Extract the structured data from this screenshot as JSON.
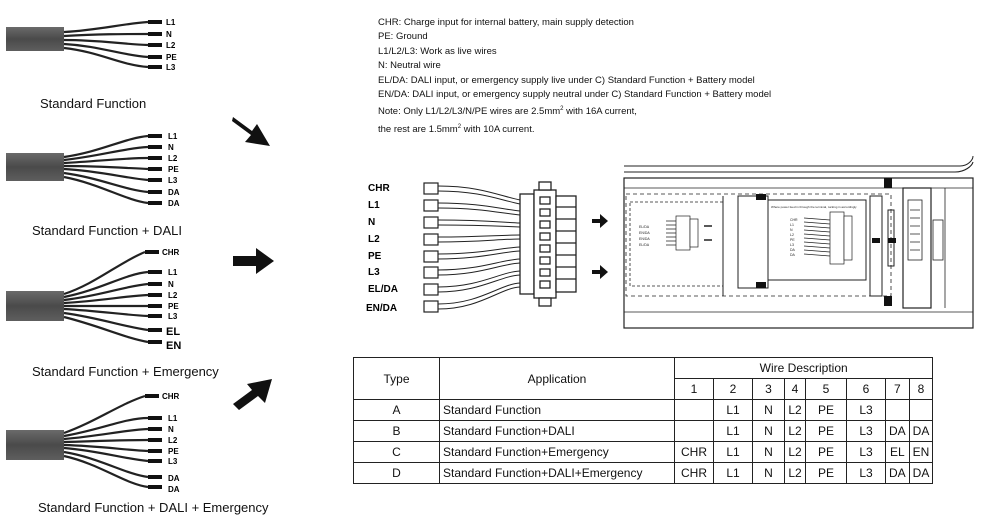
{
  "panels": [
    {
      "caption": "Standard Function",
      "labels": [
        "L1",
        "N",
        "L2",
        "PE",
        "L3"
      ]
    },
    {
      "caption": "Standard Function + DALI",
      "labels": [
        "L1",
        "N",
        "L2",
        "PE",
        "L3",
        "DA",
        "DA"
      ]
    },
    {
      "caption": "Standard Function + Emergency",
      "labels": [
        "CHR",
        "L1",
        "N",
        "L2",
        "PE",
        "L3",
        "EL",
        "EN"
      ]
    },
    {
      "caption": "Standard Function + DALI + Emergency",
      "labels": [
        "CHR",
        "L1",
        "N",
        "L2",
        "PE",
        "L3",
        "DA",
        "DA"
      ]
    }
  ],
  "notes": {
    "l1": "CHR: Charge input for internal battery, main supply detection",
    "l2": "PE: Ground",
    "l3": "L1/L2/L3: Work as live wires",
    "l4": "N: Neutral wire",
    "l5": "EL/DA: DALI input, or emergency supply live under C) Standard Function + Battery model",
    "l6": "EN/DA: DALI input, or emergency supply neutral under C) Standard Function + Battery model",
    "l7a": "Note: Only L1/L2/L3/N/PE wires are 2.5mm",
    "l7sup": "2",
    "l7b": " with 16A current,",
    "l8a": "the rest are 1.5mm",
    "l8sup": "2",
    "l8b": " with 10A current."
  },
  "connector": {
    "labels": [
      "CHR",
      "L1",
      "N",
      "L2",
      "PE",
      "L3",
      "EL/DA",
      "EN/DA"
    ]
  },
  "insert": {
    "left_labels": [
      "EL/DA",
      "EN/DA",
      "EN/DA",
      "EL/DA"
    ],
    "heading": "Where power feed in through the terminal, tucking in accordingly",
    "right_labels": [
      "CHR",
      "L1",
      "N",
      "L2",
      "PE",
      "L3",
      "DA",
      "DA"
    ]
  },
  "table": {
    "h_type": "Type",
    "h_app": "Application",
    "h_wire": "Wire Description",
    "cols": [
      "1",
      "2",
      "3",
      "4",
      "5",
      "6",
      "7",
      "8"
    ],
    "rows": [
      {
        "type": "A",
        "app": "Standard Function",
        "w": [
          "",
          "L1",
          "N",
          "L2",
          "PE",
          "L3",
          "",
          ""
        ]
      },
      {
        "type": "B",
        "app": "Standard Function+DALI",
        "w": [
          "",
          "L1",
          "N",
          "L2",
          "PE",
          "L3",
          "DA",
          "DA"
        ]
      },
      {
        "type": "C",
        "app": "Standard Function+Emergency",
        "w": [
          "CHR",
          "L1",
          "N",
          "L2",
          "PE",
          "L3",
          "EL",
          "EN"
        ]
      },
      {
        "type": "D",
        "app": "Standard Function+DALI+Emergency",
        "w": [
          "CHR",
          "L1",
          "N",
          "L2",
          "PE",
          "L3",
          "DA",
          "DA"
        ]
      }
    ]
  }
}
